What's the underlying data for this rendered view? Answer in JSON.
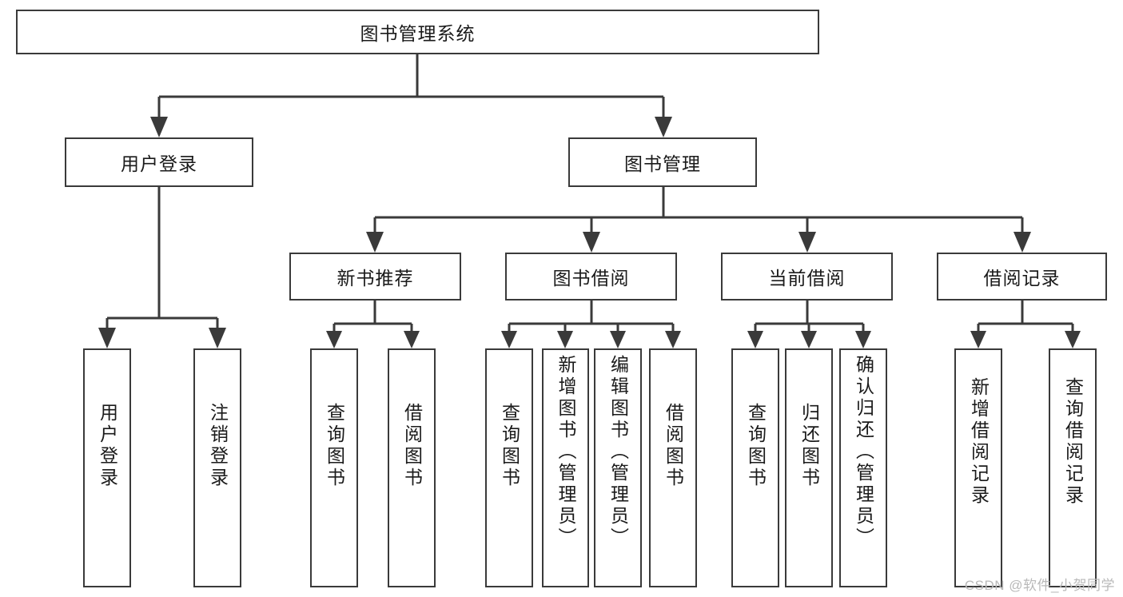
{
  "diagram": {
    "title": "图书管理系统",
    "type": "tree",
    "colors": {
      "node_border": "#3a3a3a",
      "node_fill": "#ffffff",
      "edge": "#3a3a3a",
      "text": "#1a1a1a",
      "watermark": "#b9b9b9"
    },
    "root": {
      "label": "图书管理系统"
    },
    "level2": [
      {
        "label": "用户登录"
      },
      {
        "label": "图书管理"
      }
    ],
    "level3": [
      {
        "label": "新书推荐"
      },
      {
        "label": "图书借阅"
      },
      {
        "label": "当前借阅"
      },
      {
        "label": "借阅记录"
      }
    ],
    "leaves": {
      "user_login": [
        {
          "label": "用户登录"
        },
        {
          "label": "注销登录"
        }
      ],
      "new_book_recommend": [
        {
          "label": "查询图书"
        },
        {
          "label": "借阅图书"
        }
      ],
      "book_borrow": [
        {
          "label": "查询图书"
        },
        {
          "label": "新增图书（管理员）"
        },
        {
          "label": "编辑图书（管理员）"
        },
        {
          "label": "借阅图书"
        }
      ],
      "current_borrow": [
        {
          "label": "查询图书"
        },
        {
          "label": "归还图书"
        },
        {
          "label": "确认归还（管理员）"
        }
      ],
      "borrow_record": [
        {
          "label": "新增借阅记录"
        },
        {
          "label": "查询借阅记录"
        }
      ]
    }
  },
  "watermark": {
    "text": "CSDN @软件_小贺同学"
  }
}
